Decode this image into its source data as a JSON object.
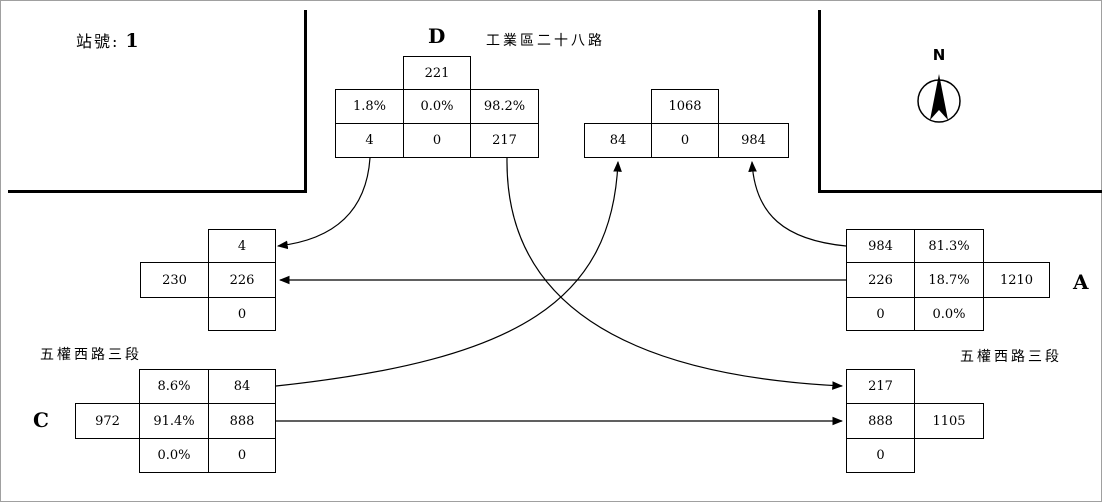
{
  "station": {
    "label": "站號:",
    "number": "1"
  },
  "approaches": {
    "north": {
      "letter": "D",
      "road": "工業區二十八路"
    },
    "east": {
      "letter": "A"
    },
    "west": {
      "letter": "C",
      "road": "五權西路三段"
    },
    "southeast_road": "五權西路三段"
  },
  "compass": {
    "label": "N",
    "icon": "north-arrow-icon"
  },
  "north_in": {
    "total": "221",
    "pcts": [
      "1.8%",
      "0.0%",
      "98.2%"
    ],
    "vols": [
      "4",
      "0",
      "217"
    ]
  },
  "north_out": {
    "total": "1068",
    "vols": [
      "84",
      "0",
      "984"
    ]
  },
  "east_in": {
    "total": "1210",
    "vols": [
      "984",
      "226",
      "0"
    ],
    "pcts": [
      "81.3%",
      "18.7%",
      "0.0%"
    ]
  },
  "west_out": {
    "total": "230",
    "vols": [
      "4",
      "226",
      "0"
    ]
  },
  "west_in": {
    "total": "972",
    "pcts": [
      "8.6%",
      "91.4%",
      "0.0%"
    ],
    "vols": [
      "84",
      "888",
      "0"
    ]
  },
  "south_out": {
    "total": "1105",
    "vols": [
      "217",
      "888",
      "0"
    ]
  }
}
